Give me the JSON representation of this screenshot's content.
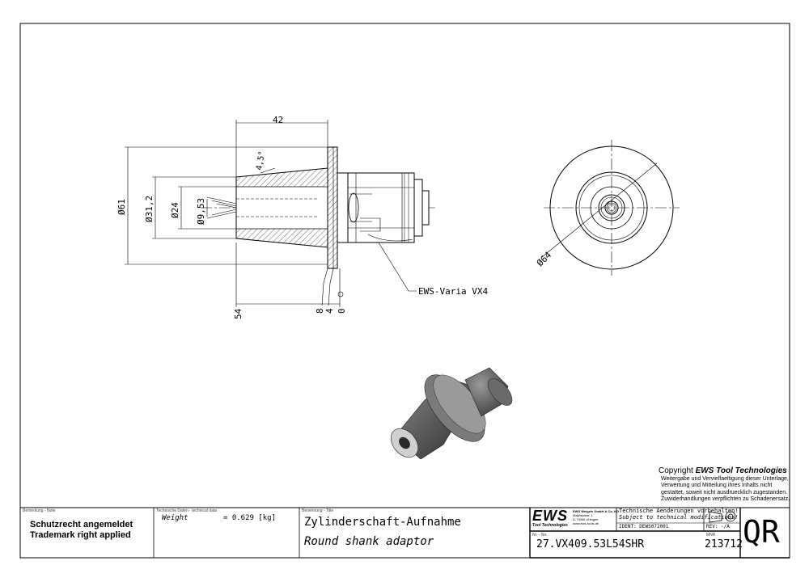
{
  "drawing": {
    "dims": {
      "len_42": "42",
      "angle": "4,5°",
      "dia_61": "Ø61",
      "dia_31": "Ø31,2",
      "dia_24": "Ø24",
      "dia_953": "Ø9,53",
      "dia_64": "Ø64",
      "len_54": "54",
      "len_8": "8",
      "len_4": "4",
      "len_0": "0"
    },
    "callout": "EWS-Varia VX4"
  },
  "copyright": {
    "title_prefix": "Copyright ",
    "title_brand": "EWS Tool Technologies",
    "line1": "Weitergabe und Vervielfaeltigung dieser Unterlage,",
    "line2": "Verwertung und Mitteilung ihres Inhalts nicht",
    "line3": "gestattet, soweit nicht ausdruecklich zugestanden.",
    "line4": "Zuwiderhandlungen verpflichten zu Schadenersatz."
  },
  "titleblock": {
    "remark_label": "Bemerkung - Note",
    "remark_line1": "Schutzrecht angemeldet",
    "remark_line2": "Trademark right applied",
    "tech_label": "Technische Daten - technical data",
    "weight_label": "Weight",
    "weight_value": "=  0.629 [kg]",
    "name_label": "Benennung - Title",
    "title_de": "Zylinderschaft-Aufnahme",
    "title_en": "Round shank adaptor",
    "logo": "EWS",
    "logo_sub": "Tool Technologies",
    "company_line1": "EWS Weigele GmbH & Co. KG",
    "company_line2": "Maybachstr. 1",
    "company_line3": "D-73066 Uhingen",
    "company_line4": "www.ews-tools.de",
    "notice_de": "Technische Aenderungen vorbehalten!",
    "notice_en": "Subject to technical modifications!",
    "ident": "IDENT: DEWS072001",
    "rev": "REV:  -/A",
    "nr_label": "Nr. - No.",
    "part_number": "27.VX409.53L54SHR",
    "mnr_label": "MNR",
    "mnr": "213712",
    "format": "QR"
  }
}
